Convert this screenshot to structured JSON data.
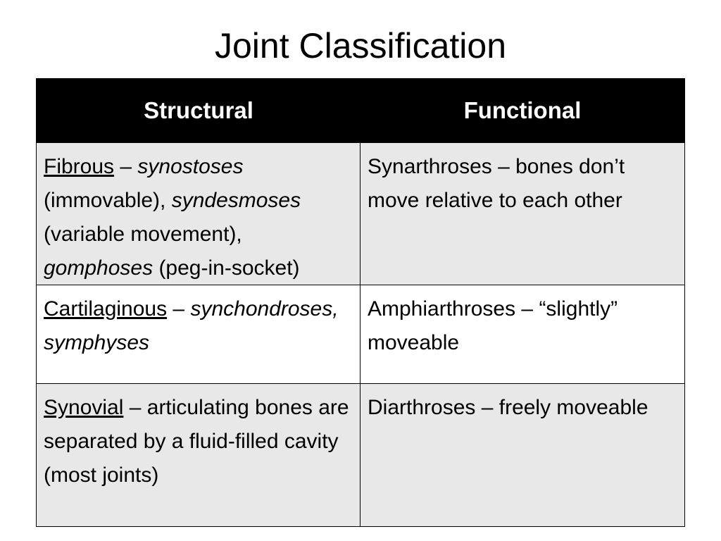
{
  "slide": {
    "title": "Joint Classification"
  },
  "table": {
    "headers": {
      "structural": "Structural",
      "functional": "Functional"
    },
    "rows": [
      {
        "structural": {
          "type": "Fibrous",
          "dash": " – ",
          "term1": "synostoses",
          "desc1": " (immovable), ",
          "term2": "syndesmoses",
          "desc2": " (variable movement), ",
          "term3": "gomphoses",
          "desc3": " (peg-in-socket)"
        },
        "functional": "Synarthroses – bones don’t move relative to each other"
      },
      {
        "structural": {
          "type": "Cartilaginous",
          "dash": " – ",
          "terms": "synchondroses, symphyses"
        },
        "functional": "Amphiarthroses – “slightly” moveable"
      },
      {
        "structural": {
          "type": "Synovial",
          "desc": " – articulating bones are separated by a fluid-filled cavity (most joints)"
        },
        "functional": "Diarthroses – freely moveable"
      }
    ]
  },
  "colors": {
    "header_bg": "#000000",
    "header_text": "#ffffff",
    "shaded_row": "#e8e8e8",
    "plain_row": "#ffffff"
  }
}
